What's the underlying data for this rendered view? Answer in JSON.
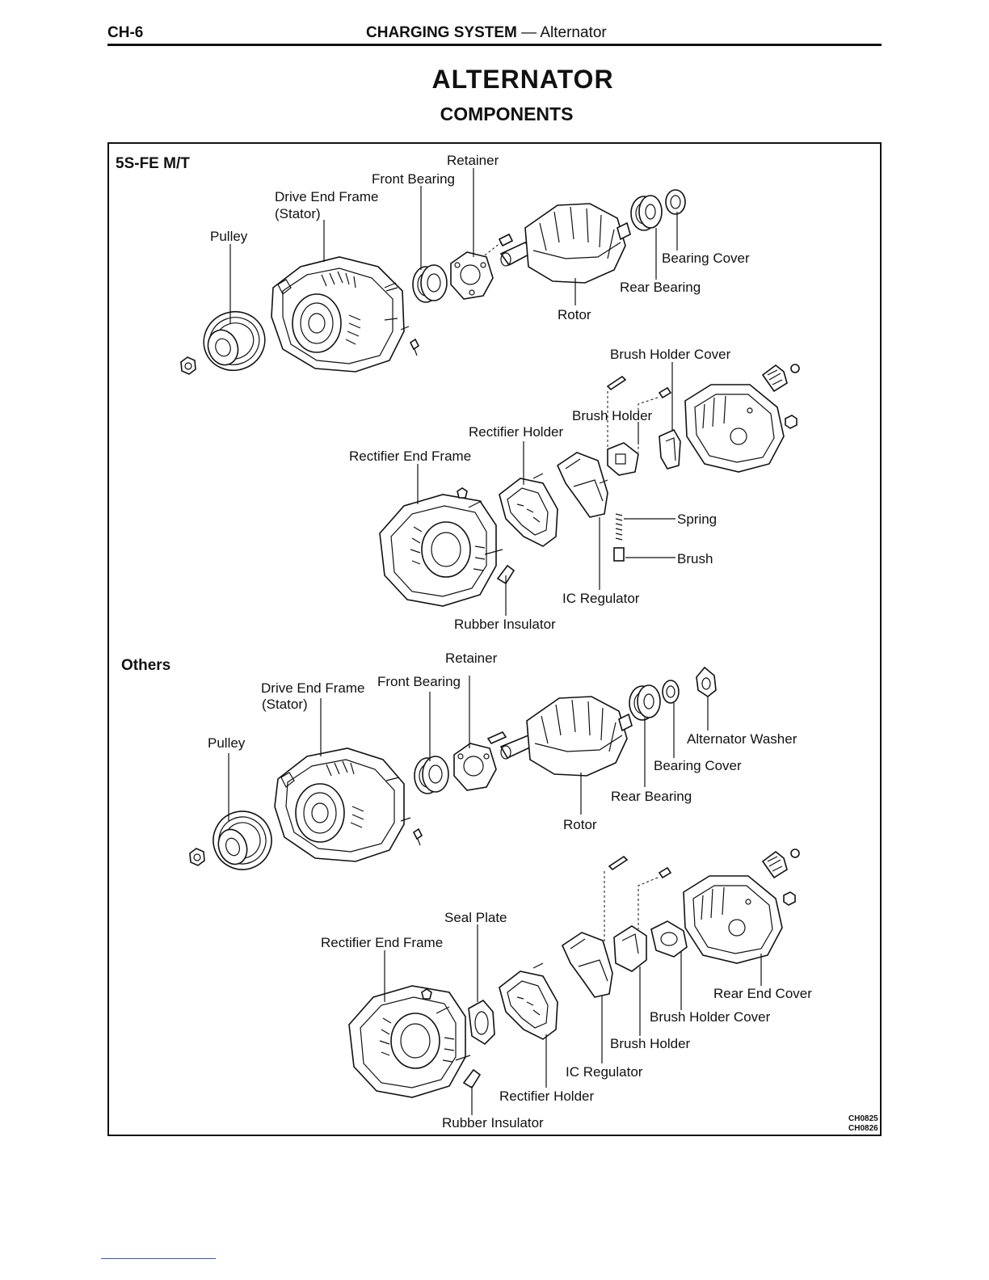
{
  "header": {
    "page_number": "CH-6",
    "section_bold": "CHARGING SYSTEM",
    "section_rest": " — Alternator"
  },
  "title": "ALTERNATOR",
  "subtitle": "COMPONENTS",
  "diagram_codes": [
    "CH0825",
    "CH0826"
  ],
  "sections": {
    "top": {
      "heading": "5S-FE M/T",
      "labels": {
        "retainer": "Retainer",
        "front_bearing": "Front Bearing",
        "drive_end_frame": "Drive End Frame",
        "stator": "(Stator)",
        "pulley": "Pulley",
        "bearing_cover": "Bearing Cover",
        "rear_bearing": "Rear Bearing",
        "rotor": "Rotor",
        "brush_holder_cover": "Brush Holder Cover",
        "brush_holder": "Brush Holder",
        "rectifier_holder": "Rectifier Holder",
        "rectifier_end_frame": "Rectifier End Frame",
        "spring": "Spring",
        "brush": "Brush",
        "ic_regulator": "IC Regulator",
        "rubber_insulator": "Rubber Insulator"
      }
    },
    "bottom": {
      "heading": "Others",
      "labels": {
        "retainer": "Retainer",
        "drive_end_frame": "Drive End Frame",
        "stator": "(Stator)",
        "front_bearing": "Front Bearing",
        "pulley": "Pulley",
        "alternator_washer": "Alternator Washer",
        "bearing_cover": "Bearing Cover",
        "rear_bearing": "Rear Bearing",
        "rotor": "Rotor",
        "seal_plate": "Seal Plate",
        "rectifier_end_frame": "Rectifier End Frame",
        "rear_end_cover": "Rear End Cover",
        "brush_holder_cover": "Brush Holder Cover",
        "brush_holder": "Brush Holder",
        "ic_regulator": "IC Regulator",
        "rectifier_holder": "Rectifier Holder",
        "rubber_insulator": "Rubber Insulator"
      }
    }
  }
}
